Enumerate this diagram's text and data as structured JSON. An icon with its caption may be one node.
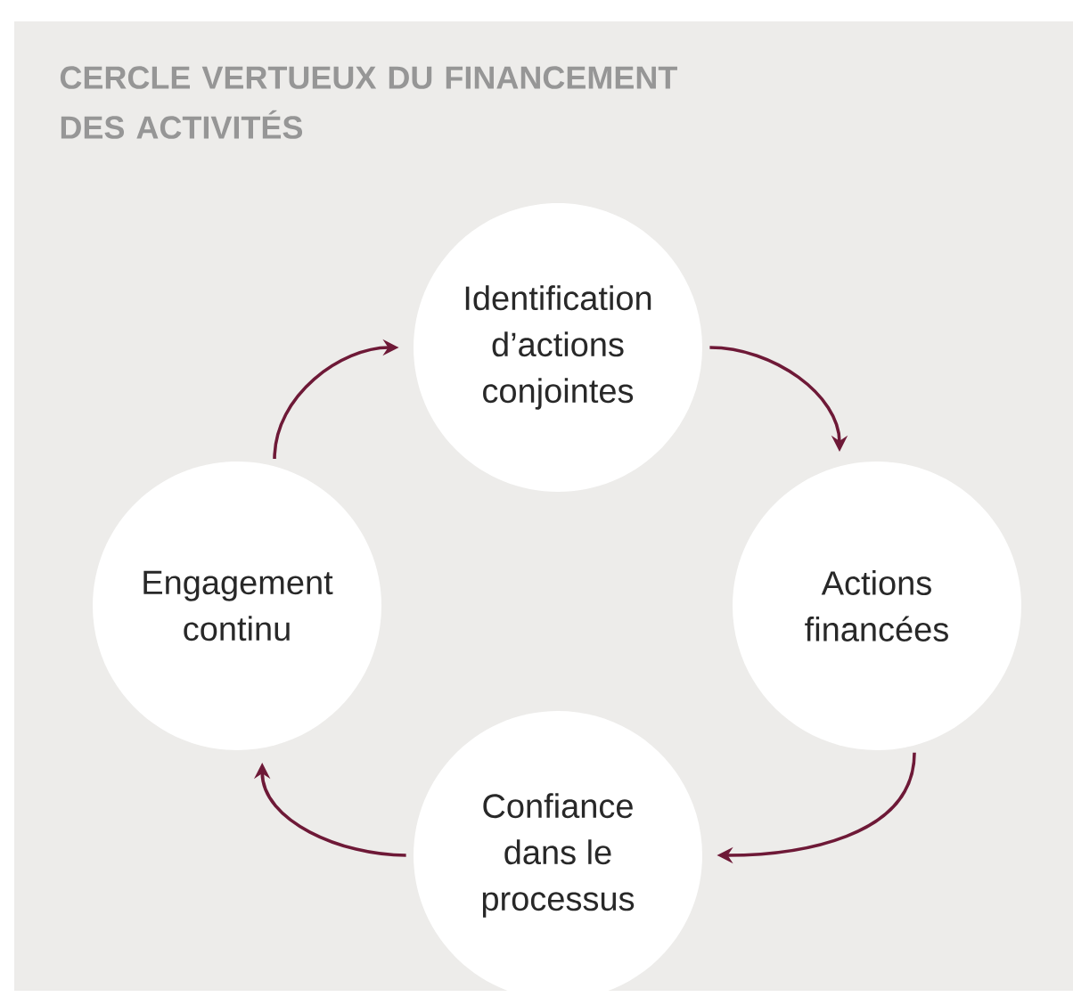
{
  "diagram": {
    "title": "CERCLE VERTUEUX DU FINANCEMENT DES ACTIVITÉS",
    "nodes": [
      {
        "text": [
          "Identification d’actions conjointes"
        ]
      },
      {
        "text": [
          "Actions financées"
        ]
      },
      {
        "text": [
          "Confiance dans le processus"
        ]
      },
      {
        "text": [
          "Engagement continu"
        ]
      }
    ],
    "edges": [
      {
        "from": 3,
        "to": 0,
        "arrow": "to"
      },
      {
        "from": 0,
        "to": 1,
        "arrow": "to"
      },
      {
        "from": 1,
        "to": 2,
        "arrow": "to"
      },
      {
        "from": 2,
        "to": 3,
        "arrow": "to"
      }
    ]
  }
}
